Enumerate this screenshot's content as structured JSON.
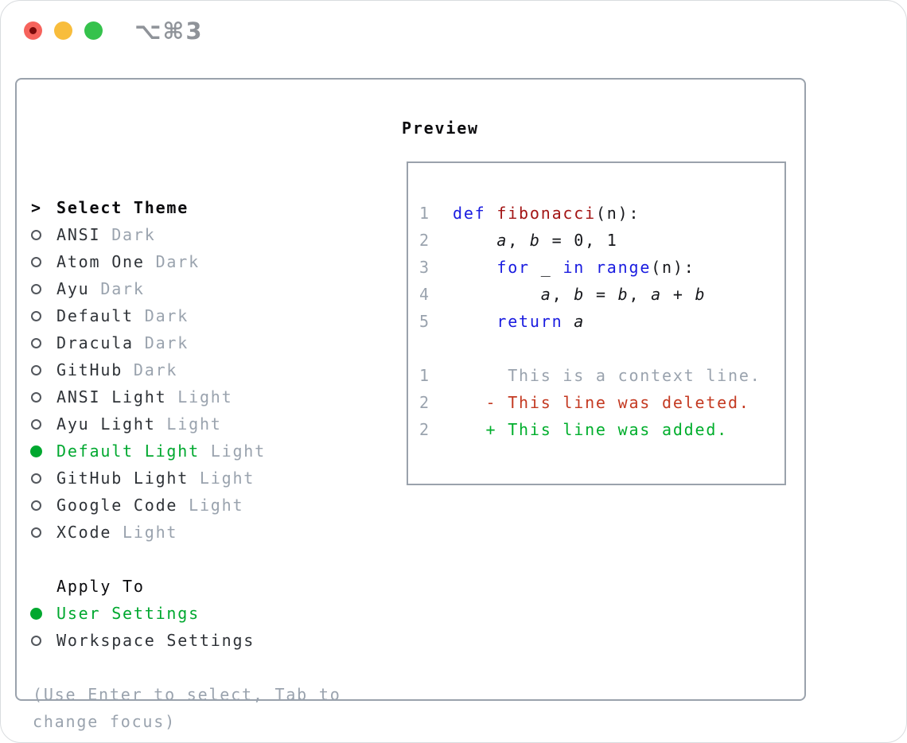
{
  "window": {
    "shortcut": "⌥⌘3"
  },
  "colors": {
    "green": "#00a82f",
    "gray": "#9aa3ae",
    "item": "#2f3338",
    "border": "#9aa2ac",
    "keyword_blue": "#1a1ce0",
    "function_red": "#a31515",
    "deleted_red": "#c43a22",
    "added_green": "#00ae2c",
    "traffic_red": "#f6635c",
    "traffic_red_dot": "#7b0a0a",
    "traffic_yellow": "#f8bd3c",
    "traffic_green": "#35c24c"
  },
  "theme_list": {
    "title": "Select Theme",
    "chevron": ">",
    "items": [
      {
        "name": "ANSI",
        "tag": "Dark",
        "selected": false
      },
      {
        "name": "Atom One",
        "tag": "Dark",
        "selected": false
      },
      {
        "name": "Ayu",
        "tag": "Dark",
        "selected": false
      },
      {
        "name": "Default",
        "tag": "Dark",
        "selected": false
      },
      {
        "name": "Dracula",
        "tag": "Dark",
        "selected": false
      },
      {
        "name": "GitHub",
        "tag": "Dark",
        "selected": false
      },
      {
        "name": "ANSI Light",
        "tag": "Light",
        "selected": false
      },
      {
        "name": "Ayu Light",
        "tag": "Light",
        "selected": false
      },
      {
        "name": "Default Light",
        "tag": "Light",
        "selected": true
      },
      {
        "name": "GitHub Light",
        "tag": "Light",
        "selected": false
      },
      {
        "name": "Google Code",
        "tag": "Light",
        "selected": false
      },
      {
        "name": "XCode",
        "tag": "Light",
        "selected": false
      }
    ]
  },
  "apply_to": {
    "title": "Apply To",
    "options": [
      {
        "label": "User Settings",
        "selected": true
      },
      {
        "label": "Workspace Settings",
        "selected": false
      }
    ]
  },
  "hint": {
    "line1": "(Use Enter to select, Tab to",
    "line2": "change focus)"
  },
  "preview": {
    "title": "Preview",
    "lines": [
      {
        "num": "1",
        "segments": [
          {
            "t": "def",
            "c": "keyword"
          },
          {
            "t": " ",
            "c": "plain"
          },
          {
            "t": "fibonacci",
            "c": "function"
          },
          {
            "t": "(n):",
            "c": "plain"
          }
        ]
      },
      {
        "num": "2",
        "segments": [
          {
            "t": "    ",
            "c": "plain"
          },
          {
            "t": "a",
            "c": "variable"
          },
          {
            "t": ", ",
            "c": "plain"
          },
          {
            "t": "b",
            "c": "variable"
          },
          {
            "t": " = 0, 1",
            "c": "plain"
          }
        ]
      },
      {
        "num": "3",
        "segments": [
          {
            "t": "    ",
            "c": "plain"
          },
          {
            "t": "for",
            "c": "keyword"
          },
          {
            "t": " _ ",
            "c": "plain"
          },
          {
            "t": "in",
            "c": "keyword"
          },
          {
            "t": " ",
            "c": "plain"
          },
          {
            "t": "range",
            "c": "keyword"
          },
          {
            "t": "(n):",
            "c": "plain"
          }
        ]
      },
      {
        "num": "4",
        "segments": [
          {
            "t": "        ",
            "c": "plain"
          },
          {
            "t": "a",
            "c": "variable"
          },
          {
            "t": ", ",
            "c": "plain"
          },
          {
            "t": "b",
            "c": "variable"
          },
          {
            "t": " = ",
            "c": "plain"
          },
          {
            "t": "b",
            "c": "variable"
          },
          {
            "t": ", ",
            "c": "plain"
          },
          {
            "t": "a",
            "c": "variable"
          },
          {
            "t": " + ",
            "c": "plain"
          },
          {
            "t": "b",
            "c": "variable"
          }
        ]
      },
      {
        "num": "5",
        "segments": [
          {
            "t": "    ",
            "c": "plain"
          },
          {
            "t": "return",
            "c": "keyword"
          },
          {
            "t": " ",
            "c": "plain"
          },
          {
            "t": "a",
            "c": "variable"
          }
        ]
      },
      {
        "num": "",
        "segments": []
      },
      {
        "num": "1",
        "segments": [
          {
            "t": "     This is a context line.",
            "c": "context"
          }
        ]
      },
      {
        "num": "2",
        "segments": [
          {
            "t": "   - This line was deleted.",
            "c": "deleted"
          }
        ]
      },
      {
        "num": "2",
        "segments": [
          {
            "t": "   + This line was added.",
            "c": "added"
          }
        ]
      }
    ]
  }
}
